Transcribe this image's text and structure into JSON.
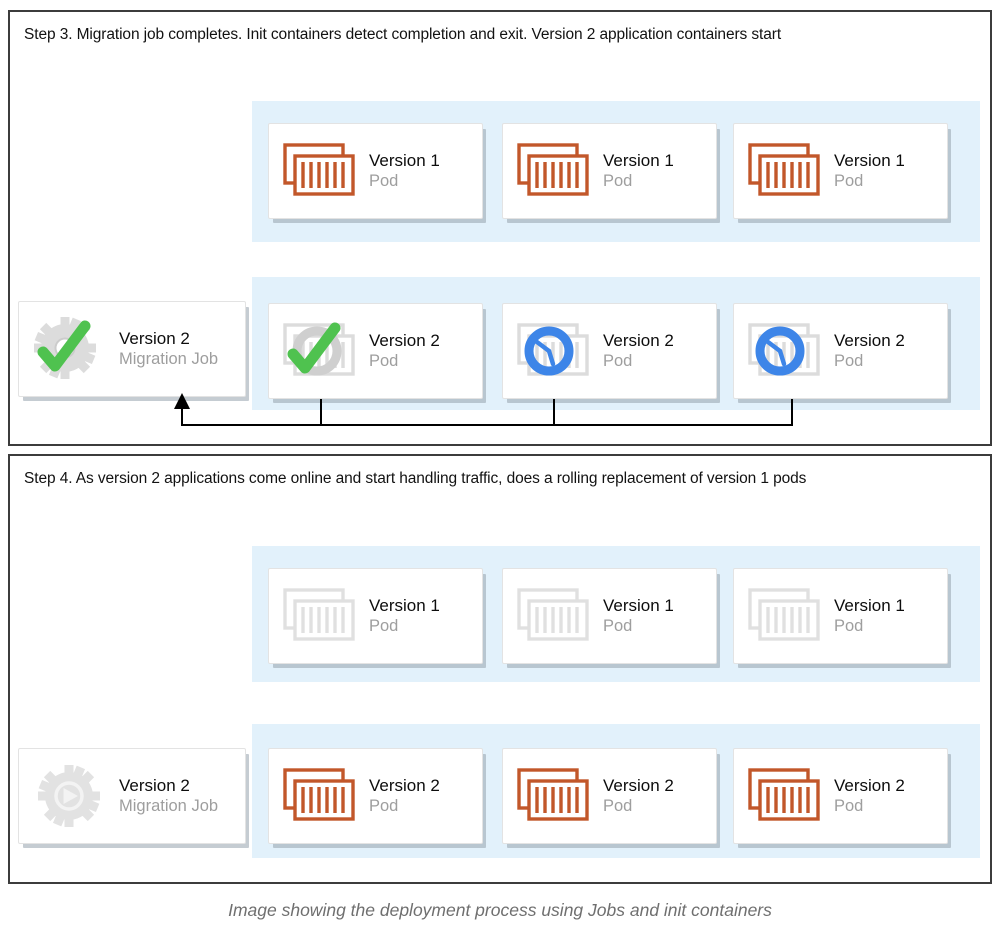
{
  "diagram": {
    "caption": "Image showing the deployment process using Jobs and init containers",
    "colors": {
      "orange": "#c2572a",
      "grey_icon": "#dcdcdc",
      "green_check": "#4fc24f",
      "blue_clock": "#3d85e8",
      "band_blue": "#e2f1fb",
      "panel_border": "#3c3c3c",
      "title_text": "#121212",
      "subtitle_text": "#9e9e9e"
    }
  },
  "steps": [
    {
      "id": "step3",
      "title": "Step 3. Migration job completes. Init containers detect completion and exit. Version 2 application containers start",
      "job": {
        "title": "Version 2",
        "subtitle": "Migration Job",
        "icon": "gear-check-icon"
      },
      "row1": [
        {
          "title": "Version 1",
          "subtitle": "Pod",
          "icon": "pod-orange-icon"
        },
        {
          "title": "Version 1",
          "subtitle": "Pod",
          "icon": "pod-orange-icon"
        },
        {
          "title": "Version 1",
          "subtitle": "Pod",
          "icon": "pod-orange-icon"
        }
      ],
      "row2": [
        {
          "title": "Version 2",
          "subtitle": "Pod",
          "icon": "pod-grey-check-icon"
        },
        {
          "title": "Version 2",
          "subtitle": "Pod",
          "icon": "pod-grey-clock-icon"
        },
        {
          "title": "Version 2",
          "subtitle": "Pod",
          "icon": "pod-grey-clock-icon"
        }
      ]
    },
    {
      "id": "step4",
      "title": "Step 4. As version 2 applications come online and start handling traffic, does a rolling replacement of version 1 pods",
      "job": {
        "title": "Version 2",
        "subtitle": "Migration Job",
        "icon": "gear-play-icon"
      },
      "row1": [
        {
          "title": "Version 1",
          "subtitle": "Pod",
          "icon": "pod-grey-icon"
        },
        {
          "title": "Version 1",
          "subtitle": "Pod",
          "icon": "pod-grey-icon"
        },
        {
          "title": "Version 1",
          "subtitle": "Pod",
          "icon": "pod-grey-icon"
        }
      ],
      "row2": [
        {
          "title": "Version 2",
          "subtitle": "Pod",
          "icon": "pod-orange-icon"
        },
        {
          "title": "Version 2",
          "subtitle": "Pod",
          "icon": "pod-orange-icon"
        },
        {
          "title": "Version 2",
          "subtitle": "Pod",
          "icon": "pod-orange-icon"
        }
      ]
    }
  ]
}
